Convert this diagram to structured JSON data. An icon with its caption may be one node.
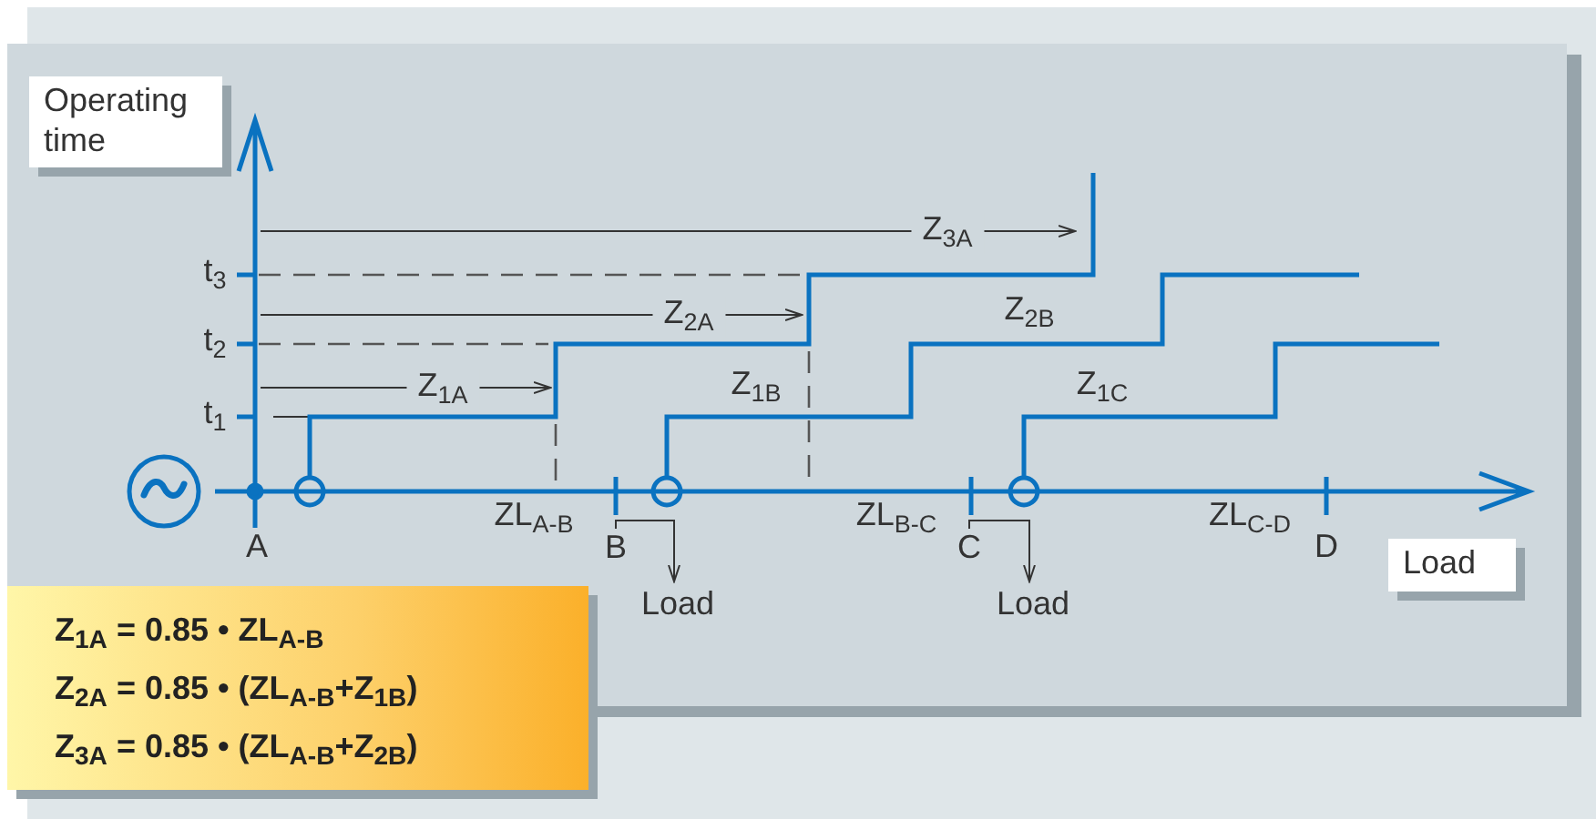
{
  "diagram": {
    "nodes": [
      {
        "text": [
          "B"
        ]
      },
      {
        "text": [
          "Load"
        ]
      },
      {
        "text": [
          "C"
        ]
      },
      {
        "text": [
          "Load"
        ]
      }
    ],
    "edges": [
      {
        "from": 0,
        "to": 1,
        "arrow": "to"
      },
      {
        "from": 2,
        "to": 3,
        "arrow": "to"
      }
    ],
    "labels": [
      "Operating time",
      "t$_{3}$",
      "t$_{2}$",
      "t$_{1}$",
      "Z$_{3A}$",
      "Z$_{2A}$",
      "Z$_{2B}$",
      "Z$_{1A}$",
      "Z$_{1B}$",
      "Z$_{1C}$",
      "ZL$_{A-B}$",
      "ZL$_{B-C}$",
      "ZL$_{C-D}$",
      "A",
      "D",
      "Load",
      "Z$_{1A}$ = 0.85 • ZL$_{A-B}$",
      "Z$_{2A}$ = 0.85 • (ZL$_{A-B}$+Z$_{1B}$)",
      "Z$_{3A}$ = 0.85 • (ZL$_{A-B}$+Z$_{2B}$)"
    ]
  }
}
